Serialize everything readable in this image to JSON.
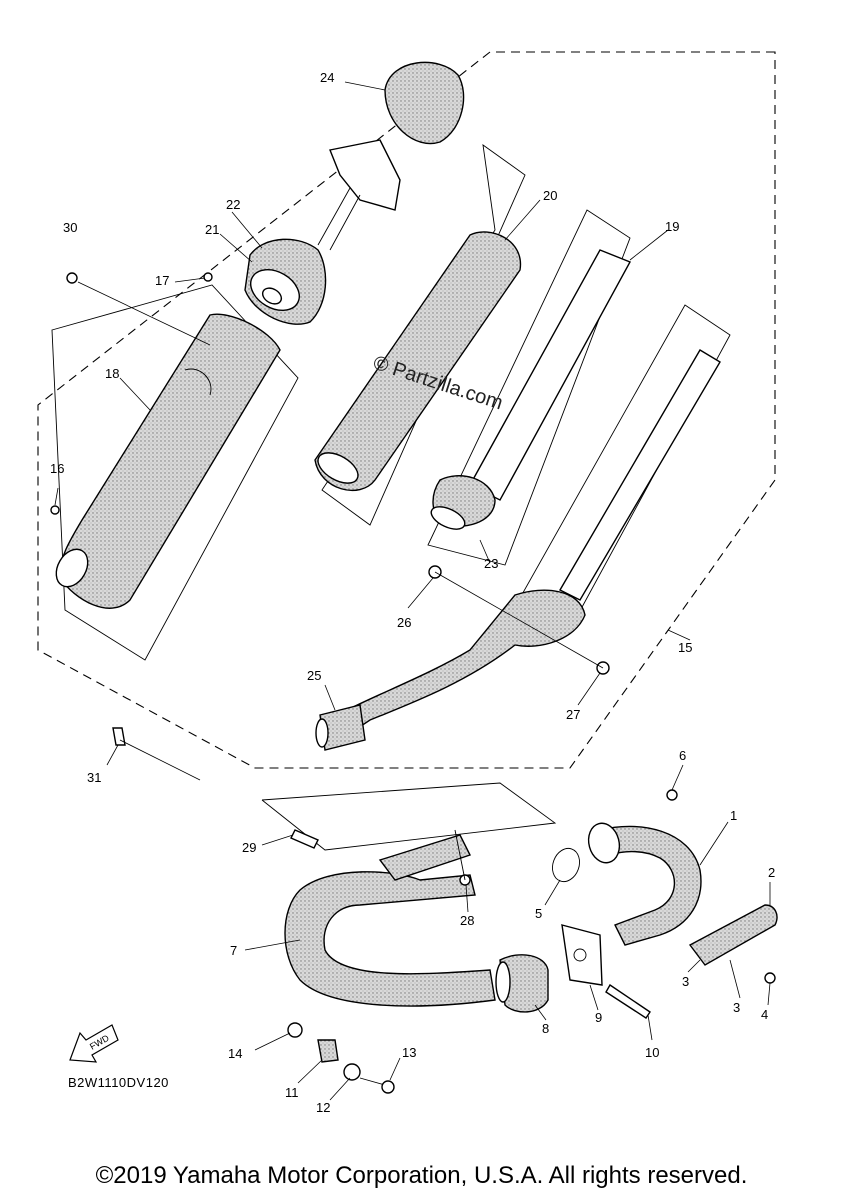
{
  "diagram_code": "B2W1110DV120",
  "watermark": "© Partzilla.com",
  "fwd_label": "FWD",
  "copyright": "©2019 Yamaha Motor Corporation, U.S.A. All rights reserved.",
  "callouts": [
    "1",
    "2",
    "3",
    "3",
    "4",
    "5",
    "6",
    "7",
    "8",
    "9",
    "10",
    "11",
    "12",
    "13",
    "14",
    "15",
    "16",
    "17",
    "18",
    "19",
    "20",
    "21",
    "22",
    "23",
    "24",
    "25",
    "26",
    "27",
    "28",
    "29",
    "30",
    "31"
  ]
}
